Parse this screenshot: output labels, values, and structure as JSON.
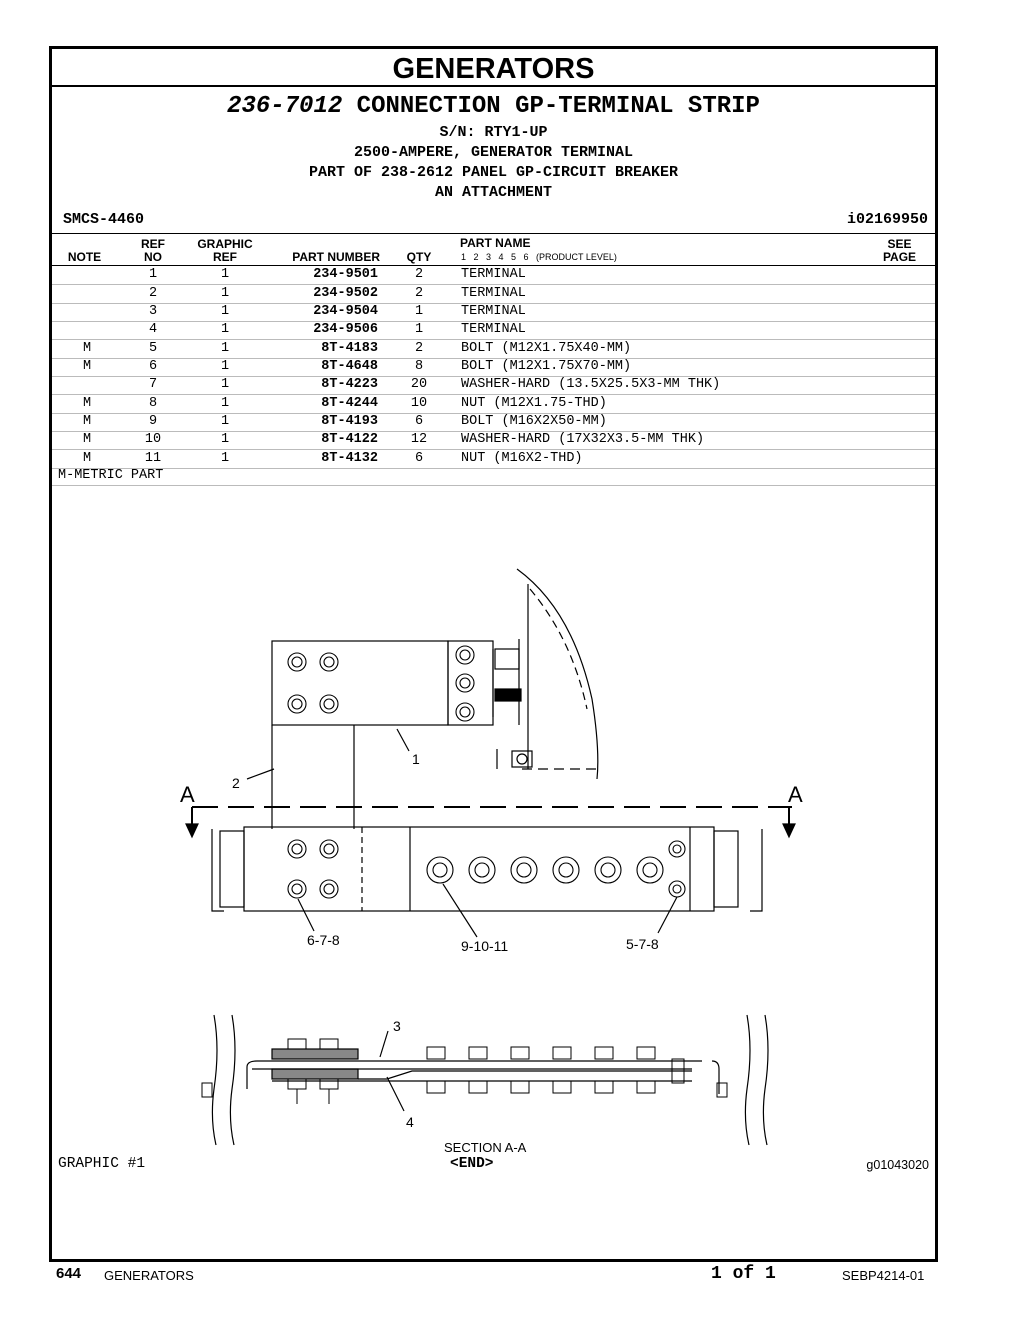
{
  "section_title": "GENERATORS",
  "group": {
    "number": "236-7012",
    "name": "CONNECTION GP-TERMINAL STRIP",
    "serial": "S/N: RTY1-UP",
    "desc1": "2500-AMPERE, GENERATOR TERMINAL",
    "desc2": "PART OF 238-2612 PANEL GP-CIRCUIT BREAKER",
    "desc3": "AN ATTACHMENT"
  },
  "smcs": "SMCS-4460",
  "illustration_id": "i02169950",
  "columns": {
    "note": "NOTE",
    "ref_no": "REF NO",
    "ref_no_top": "REF",
    "ref_no_bot": "NO",
    "graphic_top": "GRAPHIC",
    "graphic_bot": "REF",
    "part_number": "PART NUMBER",
    "qty": "QTY",
    "part_name": "PART NAME",
    "product_level": "1   2   3   4   5   6   (PRODUCT LEVEL)",
    "see_top": "SEE",
    "see_bot": "PAGE"
  },
  "parts": [
    {
      "note": "",
      "ref": "1",
      "graphic": "1",
      "pn": "234-9501",
      "qty": "2",
      "name": "TERMINAL"
    },
    {
      "note": "",
      "ref": "2",
      "graphic": "1",
      "pn": "234-9502",
      "qty": "2",
      "name": "TERMINAL"
    },
    {
      "note": "",
      "ref": "3",
      "graphic": "1",
      "pn": "234-9504",
      "qty": "1",
      "name": "TERMINAL"
    },
    {
      "note": "",
      "ref": "4",
      "graphic": "1",
      "pn": "234-9506",
      "qty": "1",
      "name": "TERMINAL"
    },
    {
      "note": "M",
      "ref": "5",
      "graphic": "1",
      "pn": "8T-4183",
      "qty": "2",
      "name": "BOLT (M12X1.75X40-MM)"
    },
    {
      "note": "M",
      "ref": "6",
      "graphic": "1",
      "pn": "8T-4648",
      "qty": "8",
      "name": "BOLT (M12X1.75X70-MM)"
    },
    {
      "note": "",
      "ref": "7",
      "graphic": "1",
      "pn": "8T-4223",
      "qty": "20",
      "name": "WASHER-HARD (13.5X25.5X3-MM THK)"
    },
    {
      "note": "M",
      "ref": "8",
      "graphic": "1",
      "pn": "8T-4244",
      "qty": "10",
      "name": "NUT (M12X1.75-THD)"
    },
    {
      "note": "M",
      "ref": "9",
      "graphic": "1",
      "pn": "8T-4193",
      "qty": "6",
      "name": "BOLT (M16X2X50-MM)"
    },
    {
      "note": "M",
      "ref": "10",
      "graphic": "1",
      "pn": "8T-4122",
      "qty": "12",
      "name": "WASHER-HARD (17X32X3.5-MM THK)"
    },
    {
      "note": "M",
      "ref": "11",
      "graphic": "1",
      "pn": "8T-4132",
      "qty": "6",
      "name": "NUT (M16X2-THD)"
    }
  ],
  "footnote": "M-METRIC PART",
  "drawing": {
    "callout_1": "1",
    "callout_2": "2",
    "callout_3": "3",
    "callout_4": "4",
    "section_a_left": "A",
    "section_a_right": "A",
    "callout_678": "6-7-8",
    "callout_91011": "9-10-11",
    "callout_578": "5-7-8",
    "section_label": "SECTION A-A"
  },
  "graphic_label": "GRAPHIC #1",
  "end_label": "<END>",
  "graphic_number": "g01043020",
  "footer": {
    "page": "644",
    "section": "GENERATORS",
    "of": "1 of 1",
    "doc": "SEBP4214-01"
  }
}
